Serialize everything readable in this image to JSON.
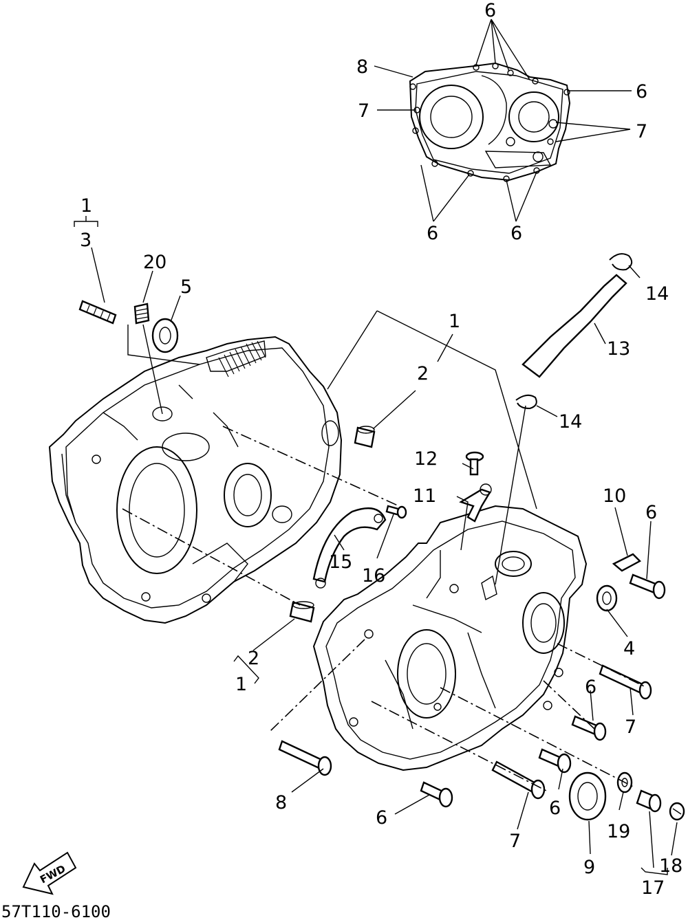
{
  "diagram": {
    "code": "57T110-6100",
    "fwd_label": "FWD",
    "callouts": [
      {
        "id": "c-top-6a",
        "text": "6"
      },
      {
        "id": "c-top-8",
        "text": "8"
      },
      {
        "id": "c-top-6b",
        "text": "6"
      },
      {
        "id": "c-top-7a",
        "text": "7"
      },
      {
        "id": "c-top-7b",
        "text": "7"
      },
      {
        "id": "c-top-6c",
        "text": "6"
      },
      {
        "id": "c-top-6d",
        "text": "6"
      },
      {
        "id": "c-1a",
        "text": "1"
      },
      {
        "id": "c-3",
        "text": "3"
      },
      {
        "id": "c-20",
        "text": "20"
      },
      {
        "id": "c-5",
        "text": "5"
      },
      {
        "id": "c-1b",
        "text": "1"
      },
      {
        "id": "c-2a",
        "text": "2"
      },
      {
        "id": "c-14a",
        "text": "14"
      },
      {
        "id": "c-13",
        "text": "13"
      },
      {
        "id": "c-14b",
        "text": "14"
      },
      {
        "id": "c-12",
        "text": "12"
      },
      {
        "id": "c-11",
        "text": "11"
      },
      {
        "id": "c-10",
        "text": "10"
      },
      {
        "id": "c-6e",
        "text": "6"
      },
      {
        "id": "c-15",
        "text": "15"
      },
      {
        "id": "c-16",
        "text": "16"
      },
      {
        "id": "c-4",
        "text": "4"
      },
      {
        "id": "c-2b",
        "text": "2"
      },
      {
        "id": "c-1c",
        "text": "1"
      },
      {
        "id": "c-6f",
        "text": "6"
      },
      {
        "id": "c-7a",
        "text": "7"
      },
      {
        "id": "c-8",
        "text": "8"
      },
      {
        "id": "c-6g",
        "text": "6"
      },
      {
        "id": "c-7b",
        "text": "7"
      },
      {
        "id": "c-6h",
        "text": "6"
      },
      {
        "id": "c-9",
        "text": "9"
      },
      {
        "id": "c-19",
        "text": "19"
      },
      {
        "id": "c-18",
        "text": "18"
      },
      {
        "id": "c-17",
        "text": "17"
      }
    ]
  }
}
